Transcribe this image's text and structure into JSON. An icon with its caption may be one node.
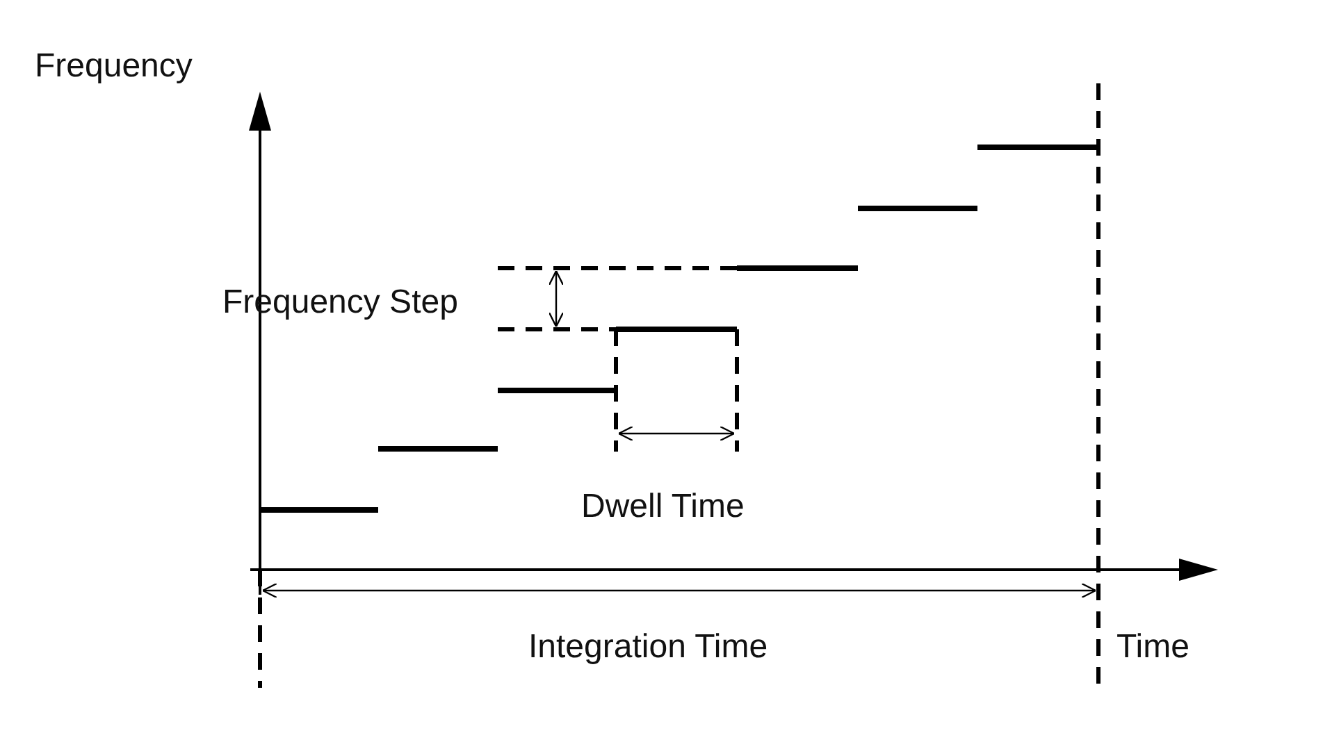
{
  "diagram": {
    "labels": [
      "Frequency",
      "Frequency Step",
      "Dwell Time",
      "Integration Time",
      "Time"
    ]
  }
}
